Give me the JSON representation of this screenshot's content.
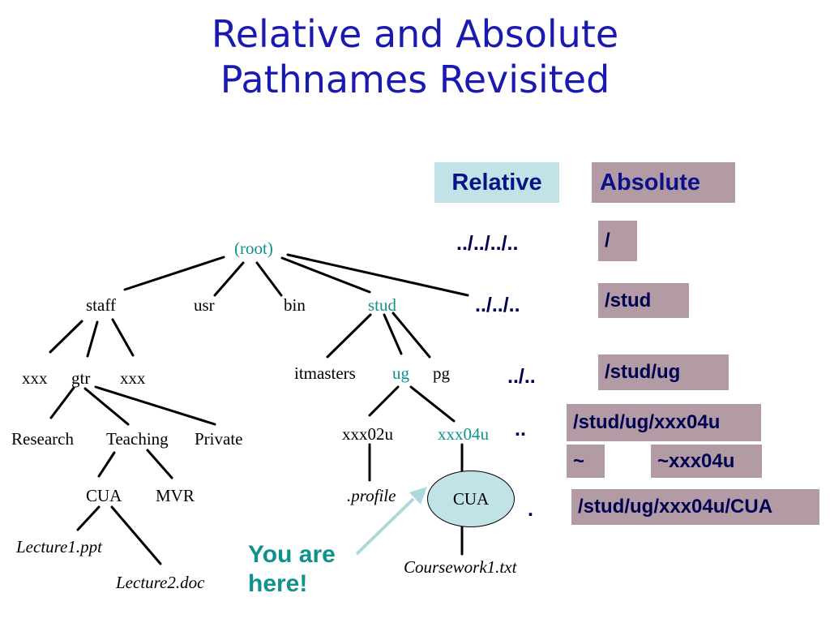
{
  "title": {
    "line1": "Relative and Absolute",
    "line2": "Pathnames Revisited"
  },
  "tree": {
    "root": "(root)",
    "staff": "staff",
    "usr": "usr",
    "bin": "bin",
    "stud": "stud",
    "xxx1": "xxx",
    "gtr": "gtr",
    "xxx2": "xxx",
    "itmasters": "itmasters",
    "ug": "ug",
    "pg": "pg",
    "research": "Research",
    "teaching": "Teaching",
    "private": "Private",
    "xxx02u": "xxx02u",
    "xxx04u": "xxx04u",
    "cua_left": "CUA",
    "mvr": "MVR",
    "profile": ".profile",
    "cua_here": "CUA",
    "lecture1": "Lecture1.ppt",
    "lecture2": "Lecture2.doc",
    "coursework1": "Coursework1.txt"
  },
  "headers": {
    "relative": "Relative",
    "absolute": "Absolute"
  },
  "rows": [
    {
      "relative": "../../../..",
      "absolute": "/"
    },
    {
      "relative": "../../..",
      "absolute": "/stud"
    },
    {
      "relative": "../..",
      "absolute": "/stud/ug"
    },
    {
      "relative": "..",
      "absolute": "/stud/ug/xxx04u",
      "alt1": "~",
      "alt2": "~xxx04u"
    },
    {
      "relative": ".",
      "absolute": "/stud/ug/xxx04u/CUA"
    }
  ],
  "here": {
    "line1": "You are",
    "line2": "here!"
  },
  "colors": {
    "title": "#1a1ab0",
    "teal": "#11918c",
    "relative_bg": "#c1e2e6",
    "absolute_bg": "#b39ba6",
    "box_text": "#000050"
  }
}
